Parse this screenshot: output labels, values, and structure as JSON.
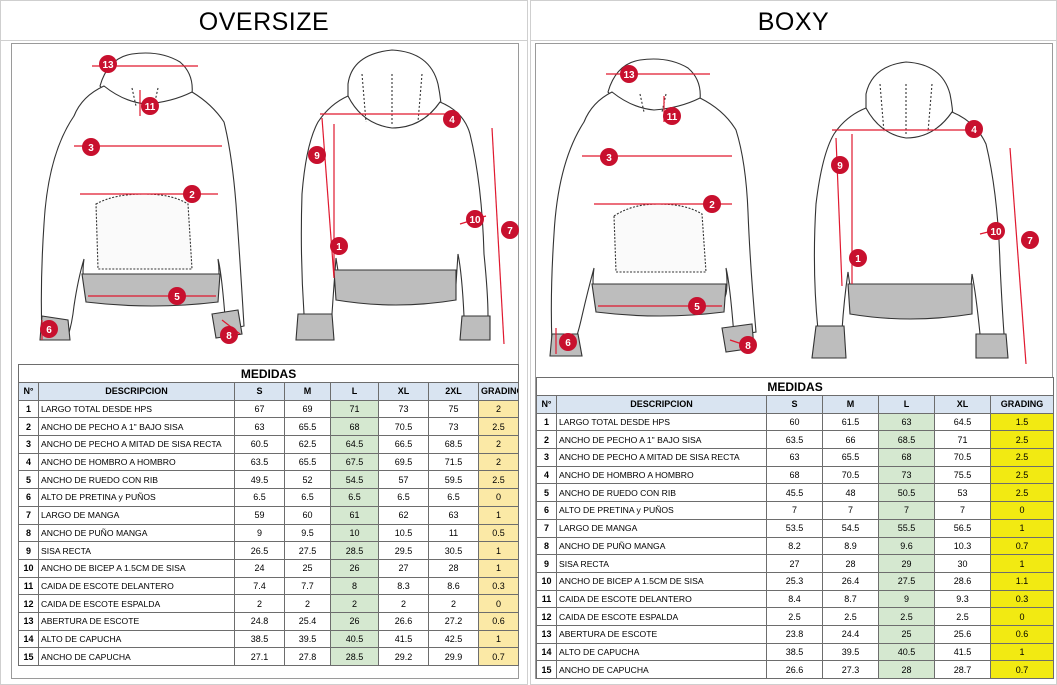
{
  "panels": [
    {
      "title": "OVERSIZE",
      "table_title": "MEDIDAS",
      "columns": [
        "N°",
        "DESCRIPCION",
        "S",
        "M",
        "L",
        "XL",
        "2XL",
        "GRADING"
      ],
      "rows": [
        [
          "1",
          "LARGO TOTAL DESDE HPS",
          "67",
          "69",
          "71",
          "73",
          "75",
          "2"
        ],
        [
          "2",
          "ANCHO DE PECHO A 1\" BAJO SISA",
          "63",
          "65.5",
          "68",
          "70.5",
          "73",
          "2.5"
        ],
        [
          "3",
          "ANCHO DE PECHO A MITAD DE SISA RECTA",
          "60.5",
          "62.5",
          "64.5",
          "66.5",
          "68.5",
          "2"
        ],
        [
          "4",
          "ANCHO DE HOMBRO A HOMBRO",
          "63.5",
          "65.5",
          "67.5",
          "69.5",
          "71.5",
          "2"
        ],
        [
          "5",
          "ANCHO DE RUEDO CON RIB",
          "49.5",
          "52",
          "54.5",
          "57",
          "59.5",
          "2.5"
        ],
        [
          "6",
          "ALTO DE PRETINA y PUÑOS",
          "6.5",
          "6.5",
          "6.5",
          "6.5",
          "6.5",
          "0"
        ],
        [
          "7",
          "LARGO DE MANGA",
          "59",
          "60",
          "61",
          "62",
          "63",
          "1"
        ],
        [
          "8",
          "ANCHO DE PUÑO MANGA",
          "9",
          "9.5",
          "10",
          "10.5",
          "11",
          "0.5"
        ],
        [
          "9",
          "SISA RECTA",
          "26.5",
          "27.5",
          "28.5",
          "29.5",
          "30.5",
          "1"
        ],
        [
          "10",
          "ANCHO DE BICEP A 1.5CM DE SISA",
          "24",
          "25",
          "26",
          "27",
          "28",
          "1"
        ],
        [
          "11",
          "CAIDA DE ESCOTE DELANTERO",
          "7.4",
          "7.7",
          "8",
          "8.3",
          "8.6",
          "0.3"
        ],
        [
          "12",
          "CAIDA DE ESCOTE ESPALDA",
          "2",
          "2",
          "2",
          "2",
          "2",
          "0"
        ],
        [
          "13",
          "ABERTURA DE ESCOTE",
          "24.8",
          "25.4",
          "26",
          "26.6",
          "27.2",
          "0.6"
        ],
        [
          "14",
          "ALTO DE CAPUCHA",
          "38.5",
          "39.5",
          "40.5",
          "41.5",
          "42.5",
          "1"
        ],
        [
          "15",
          "ANCHO DE CAPUCHA",
          "27.1",
          "27.8",
          "28.5",
          "29.2",
          "29.9",
          "0.7"
        ]
      ]
    },
    {
      "title": "BOXY",
      "table_title": "MEDIDAS",
      "columns": [
        "N°",
        "DESCRIPCION",
        "S",
        "M",
        "L",
        "XL",
        "GRADING"
      ],
      "rows": [
        [
          "1",
          "LARGO TOTAL DESDE HPS",
          "60",
          "61.5",
          "63",
          "64.5",
          "1.5"
        ],
        [
          "2",
          "ANCHO DE PECHO A 1\" BAJO SISA",
          "63.5",
          "66",
          "68.5",
          "71",
          "2.5"
        ],
        [
          "3",
          "ANCHO DE PECHO A MITAD DE SISA RECTA",
          "63",
          "65.5",
          "68",
          "70.5",
          "2.5"
        ],
        [
          "4",
          "ANCHO DE HOMBRO A HOMBRO",
          "68",
          "70.5",
          "73",
          "75.5",
          "2.5"
        ],
        [
          "5",
          "ANCHO DE RUEDO CON RIB",
          "45.5",
          "48",
          "50.5",
          "53",
          "2.5"
        ],
        [
          "6",
          "ALTO DE PRETINA y PUÑOS",
          "7",
          "7",
          "7",
          "7",
          "0"
        ],
        [
          "7",
          "LARGO DE MANGA",
          "53.5",
          "54.5",
          "55.5",
          "56.5",
          "1"
        ],
        [
          "8",
          "ANCHO DE PUÑO MANGA",
          "8.2",
          "8.9",
          "9.6",
          "10.3",
          "0.7"
        ],
        [
          "9",
          "SISA RECTA",
          "27",
          "28",
          "29",
          "30",
          "1"
        ],
        [
          "10",
          "ANCHO DE BICEP A 1.5CM DE SISA",
          "25.3",
          "26.4",
          "27.5",
          "28.6",
          "1.1"
        ],
        [
          "11",
          "CAIDA DE ESCOTE DELANTERO",
          "8.4",
          "8.7",
          "9",
          "9.3",
          "0.3"
        ],
        [
          "12",
          "CAIDA DE ESCOTE ESPALDA",
          "2.5",
          "2.5",
          "2.5",
          "2.5",
          "0"
        ],
        [
          "13",
          "ABERTURA DE ESCOTE",
          "23.8",
          "24.4",
          "25",
          "25.6",
          "0.6"
        ],
        [
          "14",
          "ALTO DE CAPUCHA",
          "38.5",
          "39.5",
          "40.5",
          "41.5",
          "1"
        ],
        [
          "15",
          "ANCHO DE CAPUCHA",
          "26.6",
          "27.3",
          "28",
          "28.7",
          "0.7"
        ]
      ]
    }
  ],
  "colors": {
    "marker": "#c8102e",
    "measure_line": "#e0192f",
    "header_fill": "#d9e4f1",
    "base_size_fill": "#d5e8d0",
    "oversize_grading_fill": "#fbe9a6",
    "boxy_grading_fill": "#f2ea12",
    "rib_fill": "#bdbdbd"
  },
  "icons": [
    "front-hoodie-sketch-icon",
    "back-hoodie-sketch-icon",
    "measure-point-icon"
  ]
}
